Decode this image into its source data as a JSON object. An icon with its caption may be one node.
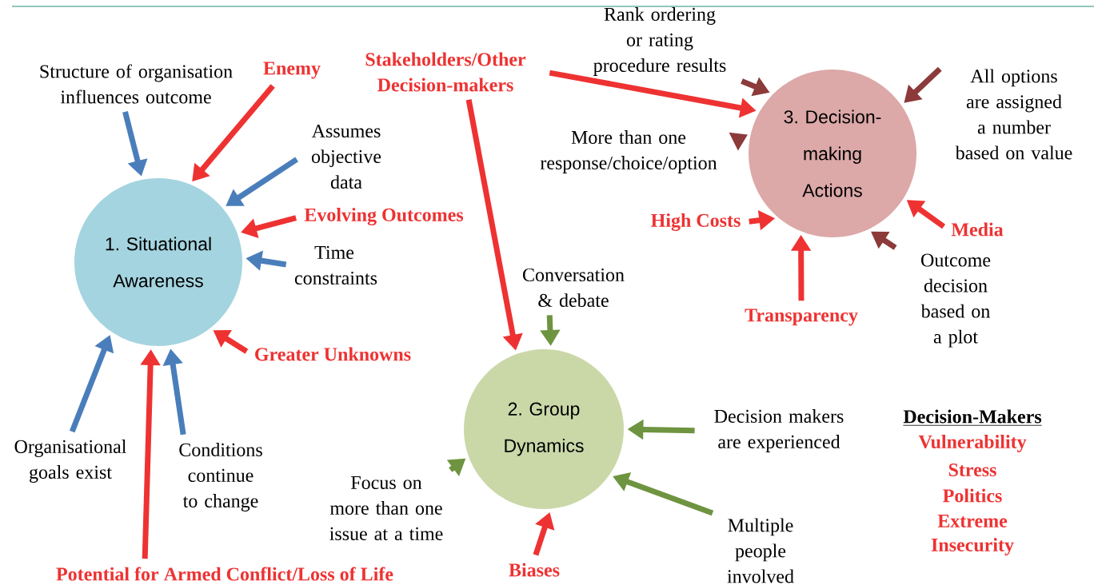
{
  "diagram": {
    "nodes": [
      {
        "text": [
          "1. Situational Awareness"
        ]
      },
      {
        "text": [
          "2. Group Dynamics"
        ]
      },
      {
        "text": [
          "3. Decision-making Actions"
        ]
      },
      {
        "text": [
          "Structure of organisation influences outcome"
        ]
      },
      {
        "text": [
          "Enemy"
        ]
      },
      {
        "text": [
          "Stakeholders/Other Decision-makers"
        ]
      },
      {
        "text": [
          "Rank ordering or rating procedure results"
        ]
      },
      {
        "text": [
          "Assumes objective data"
        ]
      },
      {
        "text": [
          "All options are assigned a number based on value"
        ]
      },
      {
        "text": [
          "More than one response/choice/option"
        ]
      },
      {
        "text": [
          "Evolving Outcomes"
        ]
      },
      {
        "text": [
          "High Costs"
        ]
      },
      {
        "text": [
          "Media"
        ]
      },
      {
        "text": [
          "Time constraints"
        ]
      },
      {
        "text": [
          "Conversation & debate"
        ]
      },
      {
        "text": [
          "Outcome decision based on a plot"
        ]
      },
      {
        "text": [
          "Transparency"
        ]
      },
      {
        "text": [
          "Greater Unknowns"
        ]
      },
      {
        "text": [
          "Decision makers are experienced"
        ]
      },
      {
        "text": [
          "Organisational goals exist"
        ]
      },
      {
        "text": [
          "Conditions continue to change"
        ]
      },
      {
        "text": [
          "Focus on more than one issue at a time"
        ]
      },
      {
        "text": [
          "Multiple people involved"
        ]
      },
      {
        "text": [
          "Potential for Armed Conflict/Loss of Life"
        ]
      },
      {
        "text": [
          "Biases"
        ]
      }
    ],
    "edges": [
      {
        "from": 3,
        "to": 0,
        "arrow": "to",
        "color": "#4a7ebb"
      },
      {
        "from": 4,
        "to": 0,
        "arrow": "to"
      },
      {
        "from": 5,
        "to": 2,
        "arrow": "to"
      },
      {
        "from": 5,
        "to": 1,
        "arrow": "to"
      },
      {
        "from": 6,
        "to": 2,
        "arrow": "to",
        "color": "#8c3a3a"
      },
      {
        "from": 7,
        "to": 0,
        "arrow": "to",
        "color": "#4a7ebb"
      },
      {
        "from": 8,
        "to": 2,
        "arrow": "to",
        "color": "#8c3a3a"
      },
      {
        "from": 9,
        "to": 2,
        "arrow": "to",
        "color": "#8c3a3a"
      },
      {
        "from": 10,
        "to": 0,
        "arrow": "to"
      },
      {
        "from": 11,
        "to": 2,
        "arrow": "to"
      },
      {
        "from": 12,
        "to": 2,
        "arrow": "to"
      },
      {
        "from": 13,
        "to": 0,
        "arrow": "to",
        "color": "#4a7ebb"
      },
      {
        "from": 14,
        "to": 1,
        "arrow": "to",
        "color": "#6e9440"
      },
      {
        "from": 15,
        "to": 2,
        "arrow": "to",
        "color": "#8c3a3a"
      },
      {
        "from": 16,
        "to": 2,
        "arrow": "to"
      },
      {
        "from": 17,
        "to": 0,
        "arrow": "to"
      },
      {
        "from": 18,
        "to": 1,
        "arrow": "to",
        "color": "#6e9440"
      },
      {
        "from": 19,
        "to": 0,
        "arrow": "to",
        "color": "#4a7ebb"
      },
      {
        "from": 20,
        "to": 0,
        "arrow": "to",
        "color": "#4a7ebb"
      },
      {
        "from": 21,
        "to": 1,
        "arrow": "to",
        "color": "#6e9440"
      },
      {
        "from": 22,
        "to": 1,
        "arrow": "to",
        "color": "#6e9440"
      },
      {
        "from": 23,
        "to": 0,
        "arrow": "to"
      },
      {
        "from": 24,
        "to": 1,
        "arrow": "to"
      }
    ],
    "labels": [
      "Decision-Makers",
      "Vulnerability",
      "Stress",
      "Politics",
      "Extreme",
      "Insecurity"
    ]
  }
}
